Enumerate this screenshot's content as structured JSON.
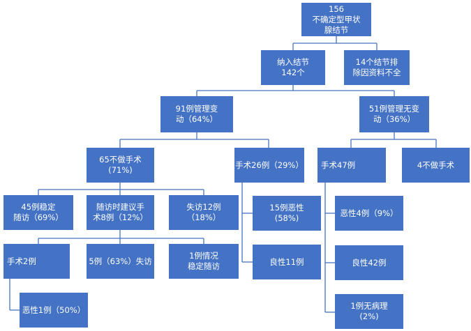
{
  "nodes": {
    "root": [
      "156",
      "不确定型甲状",
      "腺结节"
    ],
    "included": [
      "纳入结节",
      "142个"
    ],
    "excluded": [
      "14个结节排",
      "除因资料不全"
    ],
    "managed_changed": [
      "91例管理变",
      "动（64%）"
    ],
    "managed_unchanged": [
      "51例管理无变",
      "动（36%）"
    ],
    "no_surgery_65": [
      "65不做手术",
      "(71%)"
    ],
    "surgery_26": [
      "手术26例（29%）"
    ],
    "surgery_47": [
      "手术47例"
    ],
    "no_surgery_4": [
      "4不做手术"
    ],
    "stable_45": [
      "45例稳定",
      "随访（69%）"
    ],
    "advised_8": [
      "随访时建议手",
      "术8例（12%）"
    ],
    "lost_12": [
      "失访12例",
      "（18%）"
    ],
    "malignant_15": [
      "15例恶性",
      "(58%)"
    ],
    "benign_11": [
      "良性11例"
    ],
    "malignant_4": [
      "恶性4例（9%）"
    ],
    "benign_42": [
      "良性42例"
    ],
    "no_pathology_1": [
      "1例无病理",
      "(2%)"
    ],
    "surgery_2": [
      "手术2例"
    ],
    "lost_5": [
      "5例（63%）失访"
    ],
    "stable_1": [
      "1例情况",
      "稳定随访"
    ],
    "malignant_1": [
      "恶性1例（50%）"
    ]
  }
}
